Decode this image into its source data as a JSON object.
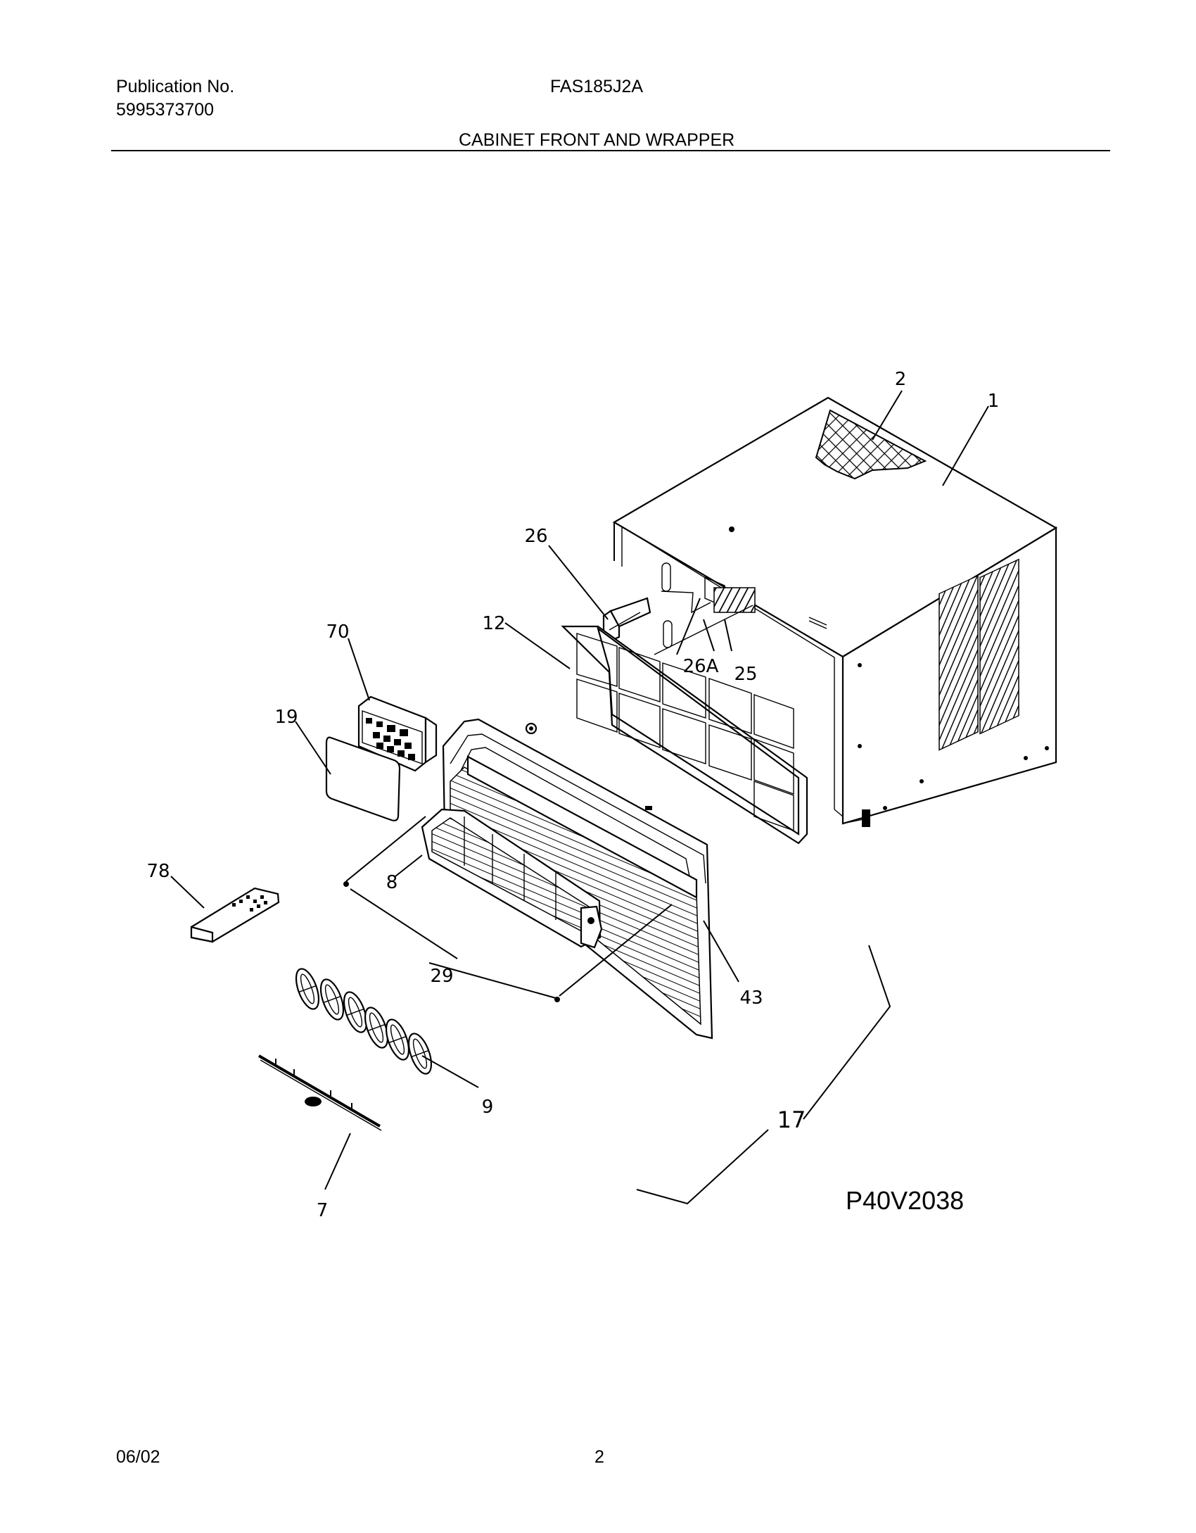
{
  "header": {
    "publication_label": "Publication No.",
    "publication_number": "5995373700",
    "model": "FAS185J2A",
    "section_title": "CABINET FRONT AND WRAPPER"
  },
  "callouts": {
    "c1": "1",
    "c2": "2",
    "c7": "7",
    "c8": "8",
    "c9": "9",
    "c12": "12",
    "c17": "17",
    "c19": "19",
    "c25": "25",
    "c26": "26",
    "c26a": "26A",
    "c29": "29",
    "c43": "43",
    "c70": "70",
    "c78": "78"
  },
  "drawing_number": "P40V2038",
  "footer": {
    "date": "06/02",
    "page": "2"
  }
}
